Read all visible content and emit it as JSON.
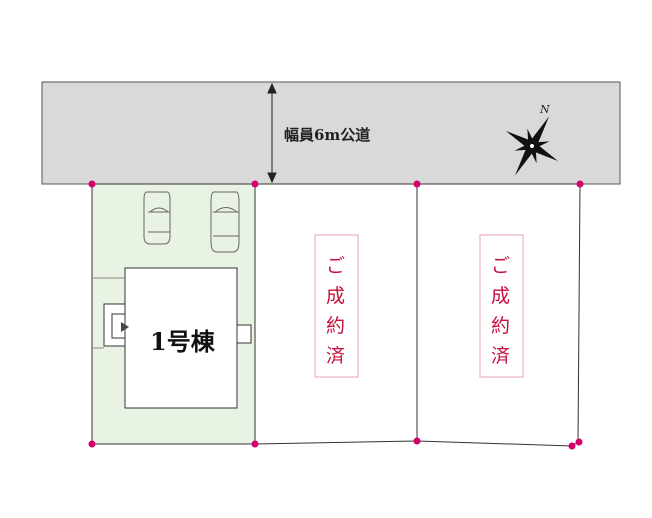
{
  "road": {
    "label": "幅員6m公道"
  },
  "compass": {
    "north_label": "N"
  },
  "lots": [
    {
      "label": "1号棟",
      "status": "available"
    },
    {
      "label": "ご成約済",
      "chars": [
        "ご",
        "成",
        "約",
        "済"
      ],
      "status": "sold"
    },
    {
      "label": "ご成約済",
      "chars": [
        "ご",
        "成",
        "約",
        "済"
      ],
      "status": "sold"
    }
  ],
  "colors": {
    "road_fill": "#d9d9d9",
    "lot_available_fill": "#e9f3e4",
    "boundary_point": "#d4006e",
    "sold_text": "#c8103e",
    "sold_border": "#e6a0b0",
    "line": "#333333"
  }
}
